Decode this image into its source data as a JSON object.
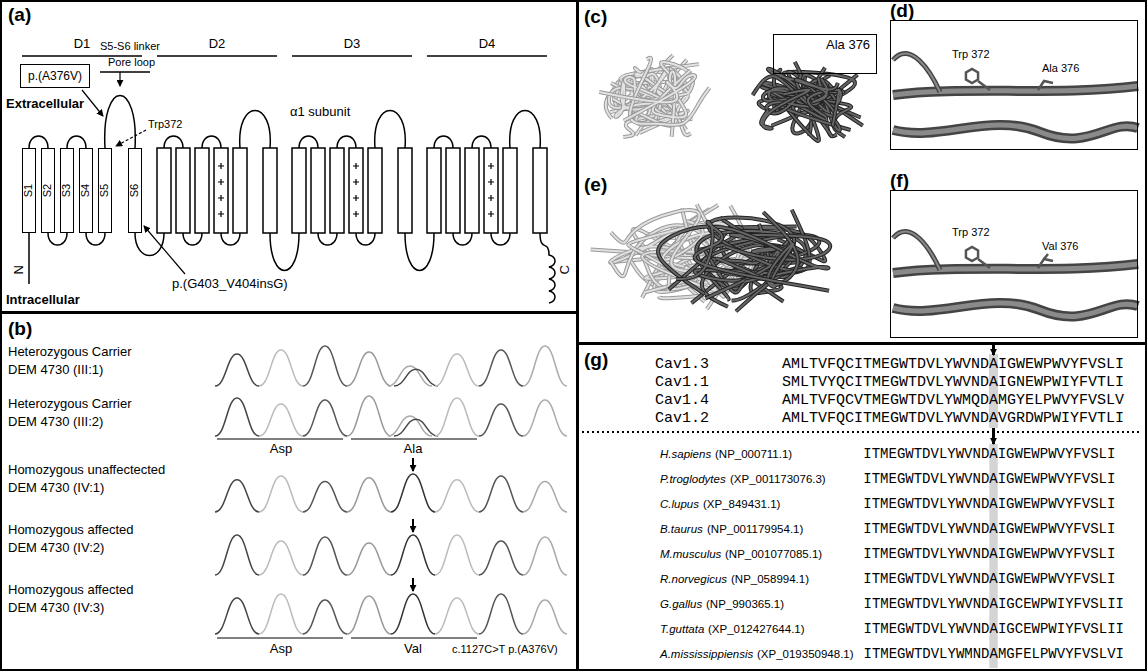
{
  "diagram": {
    "nodes": [
      {
        "text": [
          "(a)"
        ]
      },
      {
        "text": [
          "p.(A376V)"
        ],
        "in": 0
      },
      {
        "text": [
          "S1"
        ],
        "in": 0
      },
      {
        "text": [
          "S2"
        ],
        "in": 0
      },
      {
        "text": [
          "S3"
        ],
        "in": 0
      },
      {
        "text": [
          "S4"
        ],
        "in": 0
      },
      {
        "text": [
          "S5"
        ],
        "in": 0
      },
      {
        "text": [
          "S6"
        ],
        "in": 0
      },
      {
        "text": [
          "(b)"
        ]
      },
      {
        "text": [
          "(c)",
          "(e)"
        ]
      },
      {
        "text": [
          "Ala 376"
        ],
        "in": 9
      },
      {
        "text": [
          "(d)",
          "Trp 372",
          "Ala 376"
        ],
        "in": 9
      },
      {
        "text": [
          "(f)",
          "Trp 372",
          "Val 376"
        ],
        "in": 9
      },
      {
        "text": [
          "(g)"
        ]
      }
    ],
    "labels": [
      "D1",
      "D2",
      "D3",
      "D4",
      "S5-S6 linker",
      "Pore loop",
      "Extracellular",
      "Trp372",
      "α1 subunit",
      "N",
      "C",
      "Intracellular",
      "p.(G403_V404insG)",
      "Heterozygous Carrier",
      "DEM 4730 (III:1)",
      "Heterozygous Carrier",
      "DEM 4730 (III:2)",
      "Homozygous unaffectected",
      "DEM 4730 (IV:1)",
      "Homozygous affected",
      "DEM 4730 (IV:2)",
      "Homozygous affected",
      "DEM 4730 (IV:3)",
      "Asp",
      "Ala",
      "Asp",
      "Val",
      "c.1127C>T p.(A376V)",
      "Cav1.3",
      "AMLTVFQCITMEGWTDVLYWVNDAIGWEWPWVYFVSLI",
      "Cav1.1",
      "SMLTVYQCITMEGWTDVLYWVNDAIGNEWPWIYFVTLI",
      "Cav1.4",
      "AMLTVFQCVTMEGWTDVLYWMQDAMGYELPWVYFVSLV",
      "Cav1.2",
      "AMLTVFQCITMEGWTDVLYWVNDAVGRDWPWIYFVTLI",
      "H.sapiens",
      "(NP_000711.1)",
      "ITMEGWTDVLYWVNDAIGWEWPWVYFVSLI",
      "P.troglodytes",
      "(XP_001173076.3)",
      "ITMEGWTDVLYWVNDAIGWEWPWVYFVSLI",
      "C.lupus",
      "(XP_849431.1)",
      "ITMEGWTDVLYWVNDAIGWEWPWVYFVSLI",
      "B.taurus",
      "(NP_001179954.1)",
      "ITMEGWTDVLYWVNDAIGWEWPWVYFVSLI",
      "M.musculus",
      "(NP_001077085.1)",
      "ITMEGWTDVLYWVNDAIGWEWPWVYFVSLI",
      "R.norvegicus",
      "(NP_058994.1)",
      "ITMEGWTDVLYWVNDAIGWEWPWVYFVSLI",
      "G.gallus",
      "(NP_990365.1)",
      "ITMEGWTDVLYWVNDAIGCEWPWIYFVSLII",
      "T.guttata",
      "(XP_012427644.1)",
      "ITMEGWTDVLYWVNDAIGCEWPWIYFVSLII",
      "A.mississippiensis",
      "(XP_019350948.1)",
      "ITMEGWTDVLYWMNDAMGFELPWVYFVSLVI"
    ]
  }
}
